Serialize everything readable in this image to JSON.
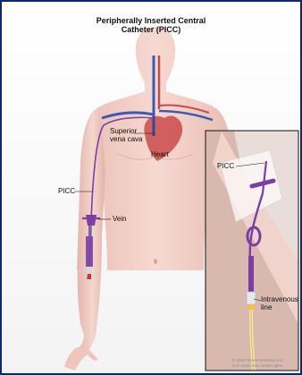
{
  "title": {
    "line1": "Peripherally Inserted Central",
    "line2": "Catheter (PICC)"
  },
  "labels": {
    "superior_vena_cava_1": "Superior",
    "superior_vena_cava_2": "vena cava",
    "heart": "Heart",
    "picc_left": "PICC",
    "vein": "Vein",
    "picc_inset": "PICC",
    "intravenous_1": "Intravenous",
    "intravenous_2": "line"
  },
  "credit": {
    "line1": "© 2015 Terese Winslow LLC",
    "line2": "U.S. Govt. has certain rights"
  },
  "colors": {
    "frame": "#0d2a66",
    "skin": "#f2cfc7",
    "catheter": "#7b3fa3",
    "vein": "#3a5bb5",
    "heart": "#c94a4a"
  }
}
